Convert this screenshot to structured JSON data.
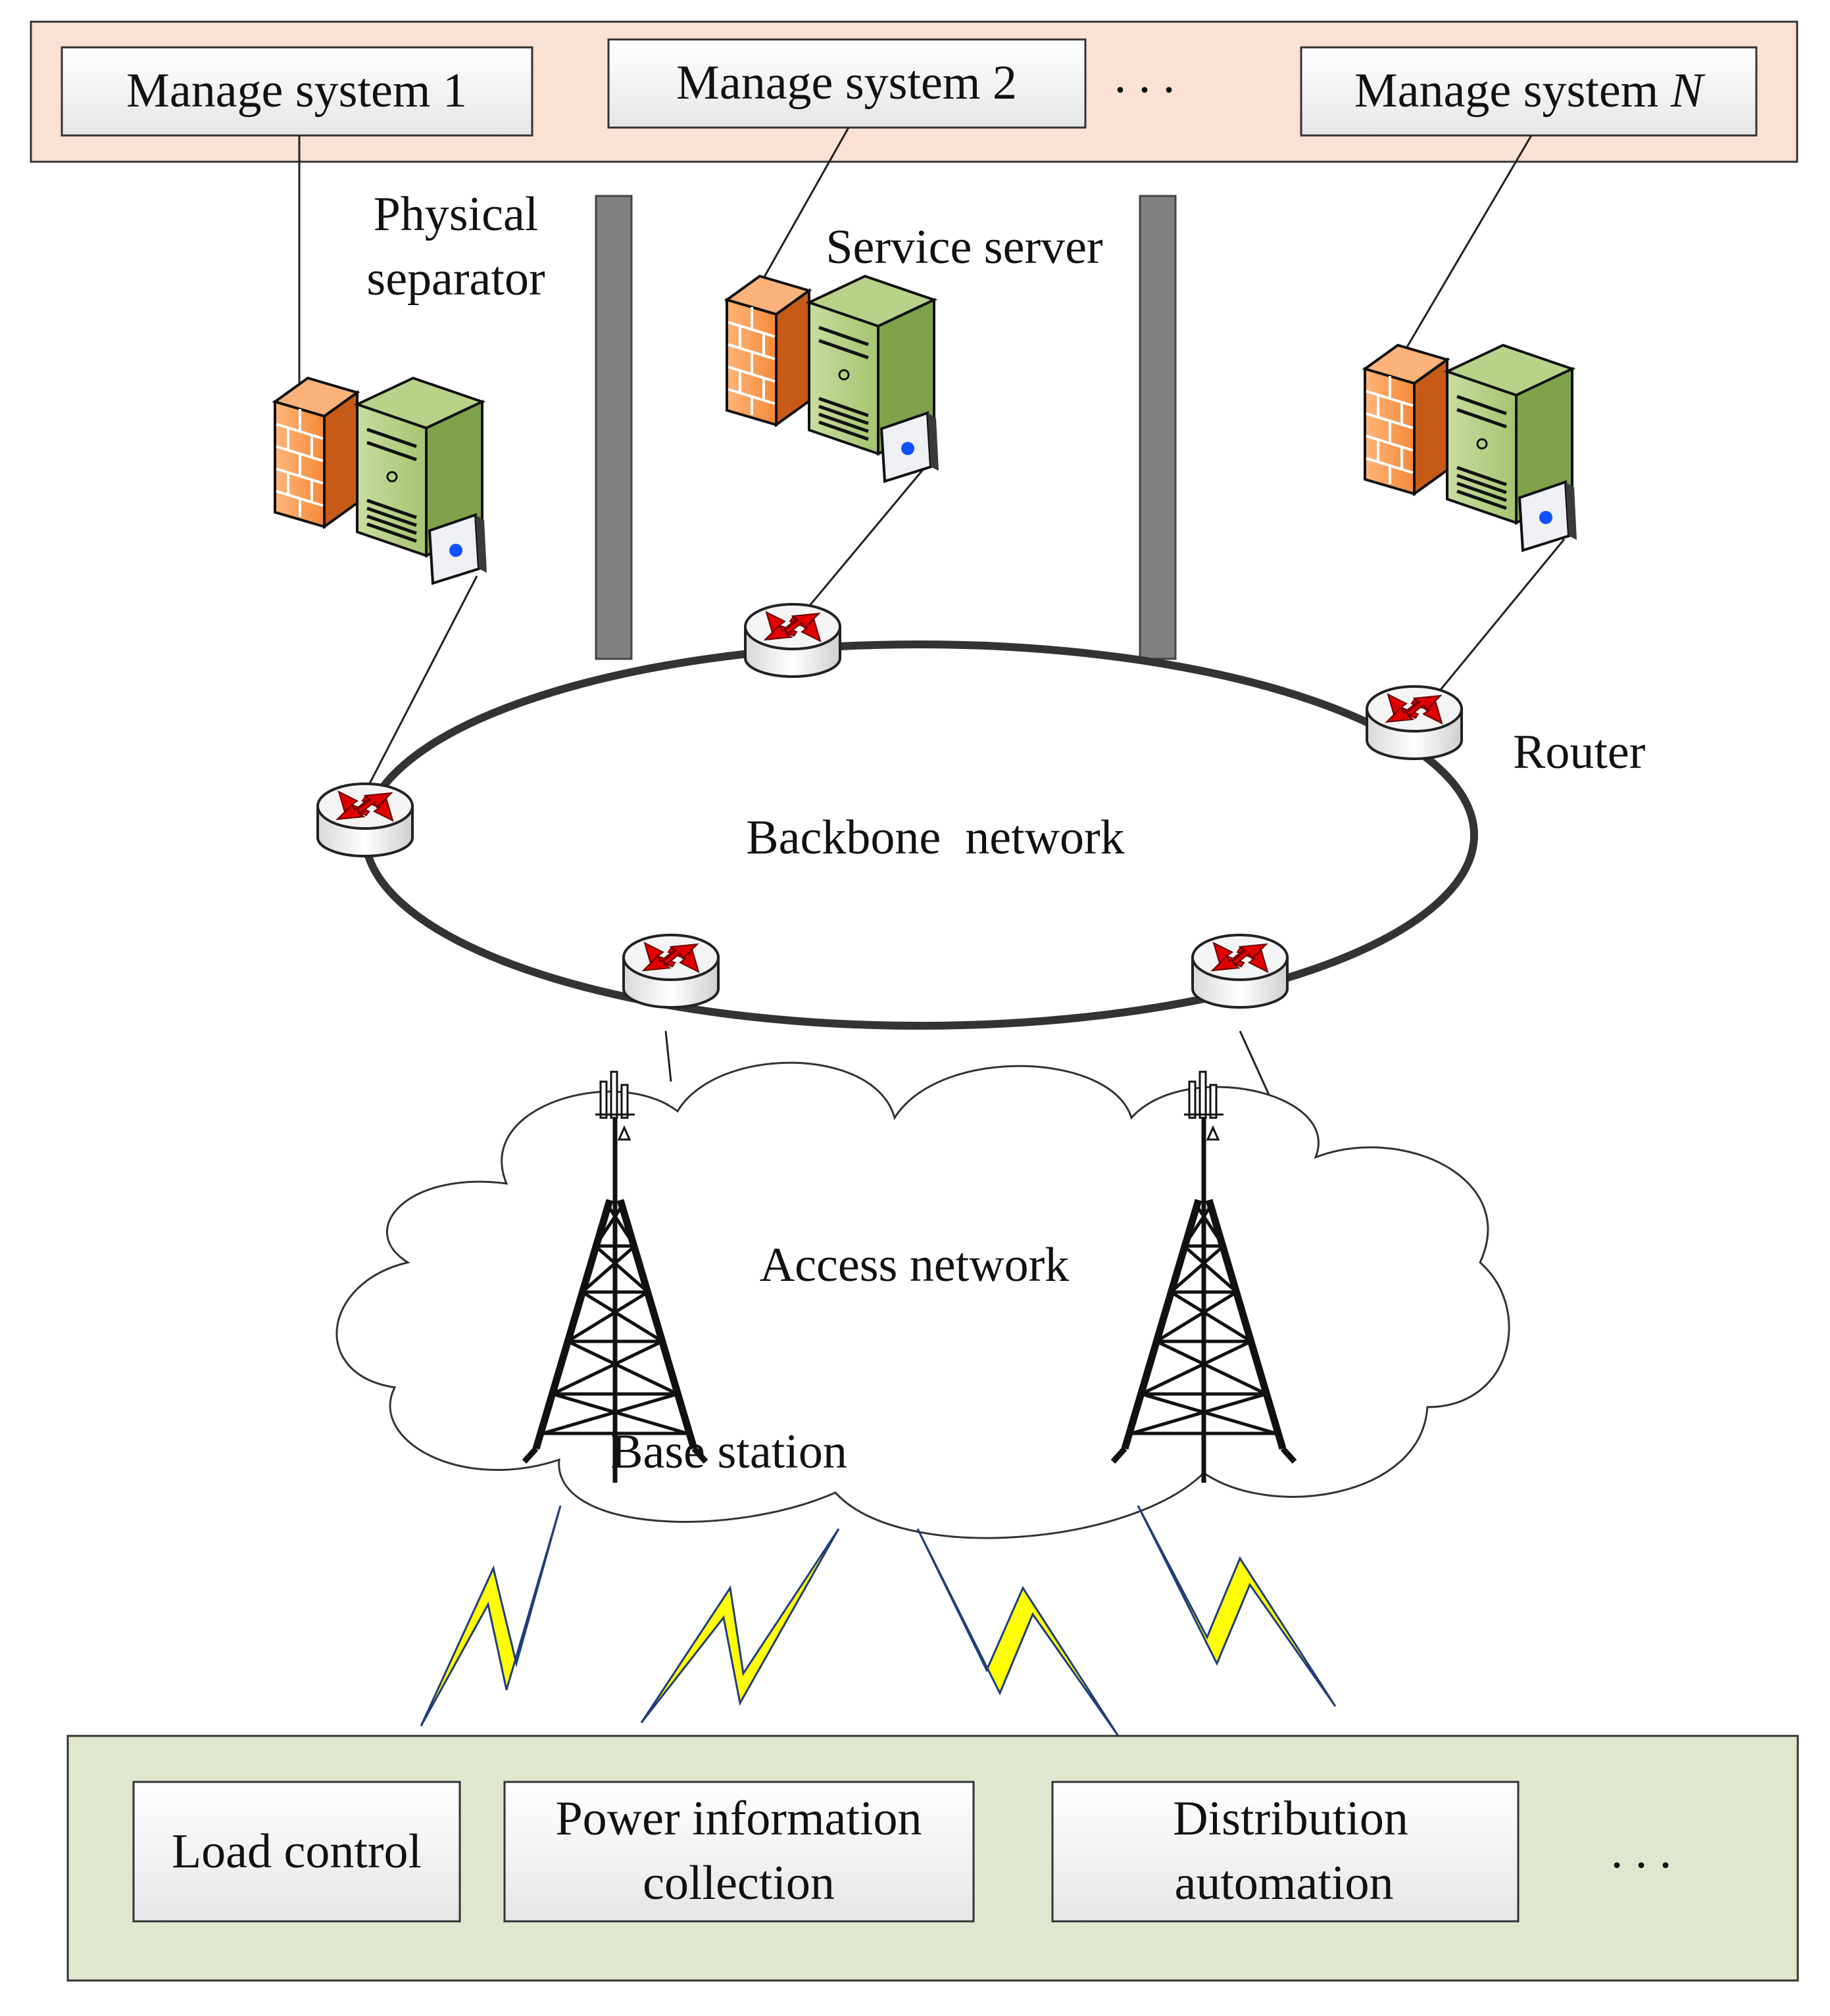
{
  "top_panel": {
    "systems": [
      {
        "prefix": "Manage system ",
        "suffix": "1"
      },
      {
        "prefix": "Manage system ",
        "suffix": "2"
      },
      {
        "prefix": "Manage system ",
        "suffix": "N"
      }
    ],
    "ellipsis": ". . ."
  },
  "labels": {
    "physical_separator_line1": "Physical",
    "physical_separator_line2": "separator",
    "service_server": "Service server",
    "router": "Router",
    "backbone_network": "Backbone  network",
    "access_network": "Access network",
    "base_station": "Base station"
  },
  "bottom_panel": {
    "load_control": "Load control",
    "power_info_line1": "Power information",
    "power_info_line2": "collection",
    "distribution_line1": "Distribution",
    "distribution_line2": "automation",
    "ellipsis": ". . ."
  },
  "colors": {
    "top_panel_fill": "#fbe0d4",
    "bottom_panel_fill": "#dfe7cf",
    "separator": "#808080",
    "lightning": "#ffff00",
    "router_arrow": "#e00000",
    "server_green": "#8cb05a",
    "firewall_orange": "#f59a4a"
  }
}
